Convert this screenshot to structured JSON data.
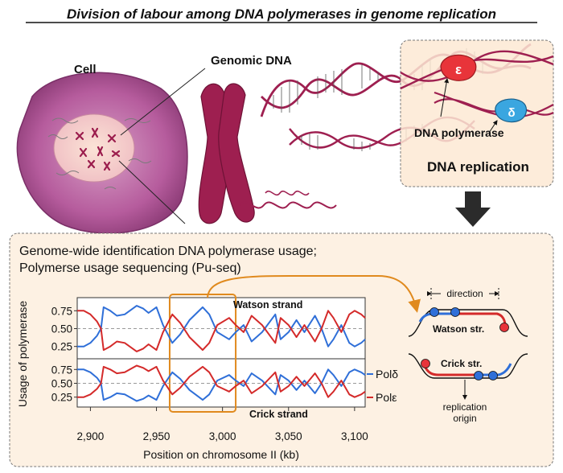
{
  "title": "Division of labour among DNA polymerases in genome replication",
  "top": {
    "cell_label": "Cell",
    "genomic_dna_label": "Genomic DNA",
    "dna_polymerase_label": "DNA polymerase",
    "dna_replication_label": "DNA replication",
    "pol_epsilon_symbol": "ε",
    "pol_delta_symbol": "δ"
  },
  "bottom": {
    "heading_line1": "Genome-wide identification DNA polymerase usage;",
    "heading_line2": "Polymerse usage sequencing (Pu-seq)"
  },
  "schematic": {
    "direction_label": "direction",
    "watson_label": "Watson str.",
    "crick_label": "Crick str.",
    "origin_label_line1": "replication",
    "origin_label_line2": "origin"
  },
  "chart_data": {
    "type": "line",
    "xlabel": "Position on chromosome II (kb)",
    "ylabel": "Usage of polymerase",
    "xlim": [
      2890,
      3108
    ],
    "x_ticks": [
      "2,900",
      "2,950",
      "3,000",
      "3,050",
      "3,100"
    ],
    "panels": [
      {
        "name": "Watson strand",
        "ylim": [
          0.1,
          0.9
        ],
        "y_ticks": [
          "0.25",
          "0.50",
          "0.75"
        ],
        "series": [
          {
            "name": "Polδ",
            "color": "#2f6fd8",
            "x": [
              2890,
              2895,
              2900,
              2905,
              2908,
              2910,
              2915,
              2920,
              2926,
              2935,
              2940,
              2944,
              2950,
              2955,
              2962,
              2968,
              2975,
              2985,
              2990,
              2996,
              3005,
              3010,
              3016,
              3022,
              3030,
              3040,
              3044,
              3050,
              3056,
              3062,
              3070,
              3075,
              3080,
              3084,
              3090,
              3096,
              3100,
              3105,
              3108
            ],
            "y": [
              0.25,
              0.25,
              0.3,
              0.4,
              0.5,
              0.8,
              0.75,
              0.68,
              0.7,
              0.82,
              0.78,
              0.72,
              0.8,
              0.55,
              0.3,
              0.42,
              0.62,
              0.8,
              0.7,
              0.45,
              0.35,
              0.45,
              0.55,
              0.32,
              0.45,
              0.7,
              0.35,
              0.45,
              0.62,
              0.45,
              0.68,
              0.5,
              0.25,
              0.35,
              0.55,
              0.3,
              0.25,
              0.3,
              0.35
            ]
          },
          {
            "name": "Polε",
            "color": "#d42a2a",
            "x": [
              2890,
              2895,
              2900,
              2905,
              2908,
              2910,
              2915,
              2920,
              2926,
              2935,
              2940,
              2944,
              2950,
              2955,
              2962,
              2968,
              2975,
              2985,
              2990,
              2996,
              3005,
              3010,
              3016,
              3022,
              3030,
              3040,
              3044,
              3050,
              3056,
              3062,
              3070,
              3075,
              3080,
              3084,
              3090,
              3096,
              3100,
              3105,
              3108
            ],
            "y": [
              0.75,
              0.75,
              0.7,
              0.6,
              0.5,
              0.2,
              0.25,
              0.32,
              0.3,
              0.18,
              0.22,
              0.28,
              0.2,
              0.45,
              0.7,
              0.58,
              0.38,
              0.2,
              0.3,
              0.55,
              0.65,
              0.55,
              0.45,
              0.68,
              0.55,
              0.3,
              0.65,
              0.55,
              0.38,
              0.55,
              0.32,
              0.5,
              0.75,
              0.65,
              0.45,
              0.7,
              0.75,
              0.7,
              0.65
            ]
          }
        ]
      },
      {
        "name": "Crick strand",
        "ylim": [
          0.1,
          0.9
        ],
        "y_ticks": [
          "0.25",
          "0.50",
          "0.75"
        ],
        "series": [
          {
            "name": "Polδ",
            "color": "#2f6fd8",
            "x": [
              2890,
              2895,
              2900,
              2905,
              2908,
              2910,
              2915,
              2920,
              2926,
              2935,
              2940,
              2944,
              2950,
              2955,
              2962,
              2968,
              2975,
              2985,
              2990,
              2996,
              3005,
              3010,
              3016,
              3022,
              3030,
              3040,
              3044,
              3050,
              3056,
              3062,
              3070,
              3075,
              3080,
              3084,
              3090,
              3096,
              3100,
              3105,
              3108
            ],
            "y": [
              0.75,
              0.75,
              0.7,
              0.6,
              0.5,
              0.2,
              0.25,
              0.32,
              0.3,
              0.18,
              0.22,
              0.28,
              0.2,
              0.45,
              0.7,
              0.58,
              0.38,
              0.2,
              0.3,
              0.55,
              0.65,
              0.55,
              0.45,
              0.68,
              0.55,
              0.3,
              0.65,
              0.55,
              0.38,
              0.55,
              0.32,
              0.5,
              0.75,
              0.65,
              0.45,
              0.7,
              0.75,
              0.7,
              0.65
            ]
          },
          {
            "name": "Polε",
            "color": "#d42a2a",
            "x": [
              2890,
              2895,
              2900,
              2905,
              2908,
              2910,
              2915,
              2920,
              2926,
              2935,
              2940,
              2944,
              2950,
              2955,
              2962,
              2968,
              2975,
              2985,
              2990,
              2996,
              3005,
              3010,
              3016,
              3022,
              3030,
              3040,
              3044,
              3050,
              3056,
              3062,
              3070,
              3075,
              3080,
              3084,
              3090,
              3096,
              3100,
              3105,
              3108
            ],
            "y": [
              0.25,
              0.25,
              0.3,
              0.4,
              0.5,
              0.8,
              0.75,
              0.68,
              0.7,
              0.82,
              0.78,
              0.72,
              0.8,
              0.55,
              0.3,
              0.42,
              0.62,
              0.8,
              0.7,
              0.45,
              0.35,
              0.45,
              0.55,
              0.32,
              0.45,
              0.7,
              0.35,
              0.45,
              0.62,
              0.45,
              0.68,
              0.5,
              0.25,
              0.35,
              0.55,
              0.3,
              0.25,
              0.3,
              0.35
            ]
          }
        ]
      }
    ],
    "legend": [
      "Polδ",
      "Polε"
    ],
    "highlight_region": [
      2960,
      3010
    ],
    "reference_line": 0.5
  }
}
